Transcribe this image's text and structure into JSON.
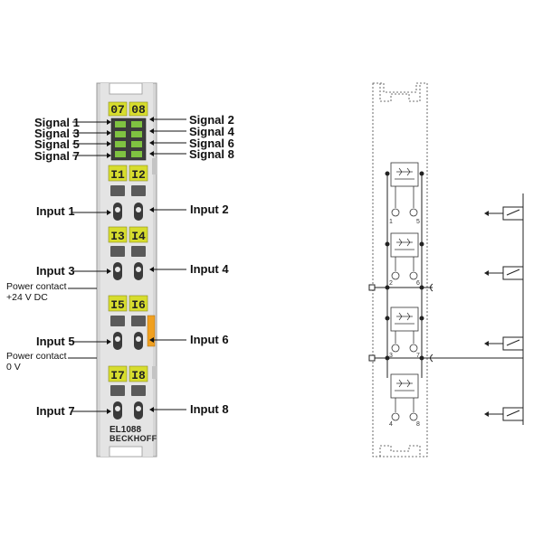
{
  "terminal": {
    "model": "EL1088",
    "brand": "BECKHOFF",
    "channel_labels": [
      "07",
      "08",
      "I1",
      "I2",
      "I3",
      "I4",
      "I5",
      "I6",
      "I7",
      "I8"
    ]
  },
  "signals_left": [
    "Signal 1",
    "Signal 3",
    "Signal 5",
    "Signal 7"
  ],
  "signals_right": [
    "Signal 2",
    "Signal 4",
    "Signal 6",
    "Signal 8"
  ],
  "inputs_left": [
    "Input 1",
    "Input 3",
    "Input 5",
    "Input 7"
  ],
  "inputs_right": [
    "Input 2",
    "Input 4",
    "Input 6",
    "Input 8"
  ],
  "power_plus": {
    "line1": "Power contact",
    "line2": "+24 V DC"
  },
  "power_zero": {
    "line1": "Power contact",
    "line2": "0 V"
  },
  "schematic_pins": [
    "1",
    "5",
    "2",
    "6",
    "3",
    "7",
    "4",
    "8"
  ],
  "colors": {
    "label_yellow": "#d7dd2e",
    "led_green": "#7fc241",
    "power_orange": "#f0a020",
    "housing": "#d4d4d4"
  }
}
